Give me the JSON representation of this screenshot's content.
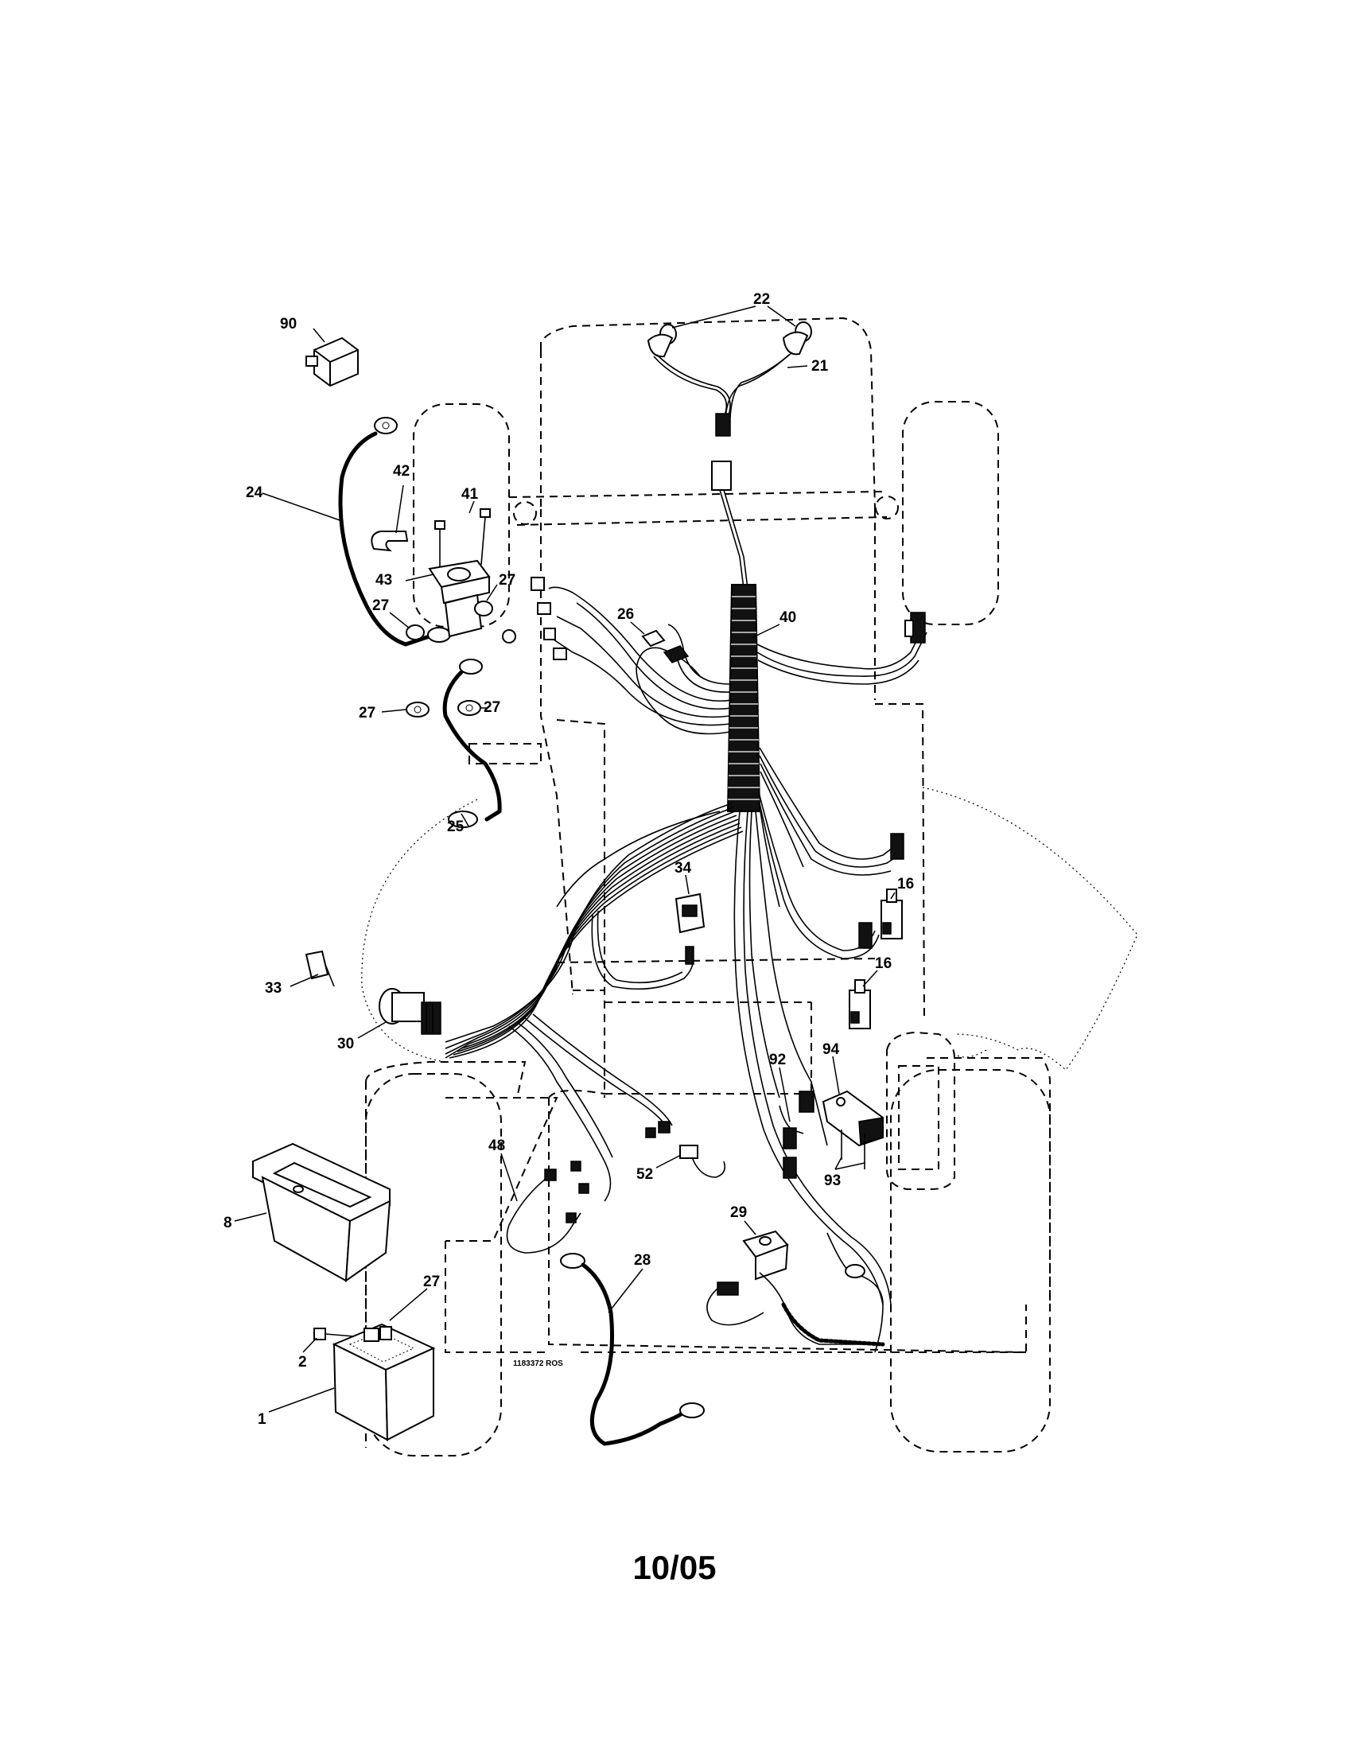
{
  "callouts": {
    "c90": "90",
    "c22": "22",
    "c21": "21",
    "c42": "42",
    "c41": "41",
    "c24": "24",
    "c43": "43",
    "c27a": "27",
    "c27b": "27",
    "c27c": "27",
    "c27d": "27",
    "c26": "26",
    "c40": "40",
    "c25": "25",
    "c34": "34",
    "c16a": "16",
    "c16b": "16",
    "c33": "33",
    "c30": "30",
    "c92": "92",
    "c94": "94",
    "c48": "48",
    "c52": "52",
    "c93": "93",
    "c8": "8",
    "c29": "29",
    "c28": "28",
    "c27e": "27",
    "c2": "2",
    "c1": "1"
  },
  "drawing_number": "1183372 ROS",
  "footer_date": "10/05"
}
